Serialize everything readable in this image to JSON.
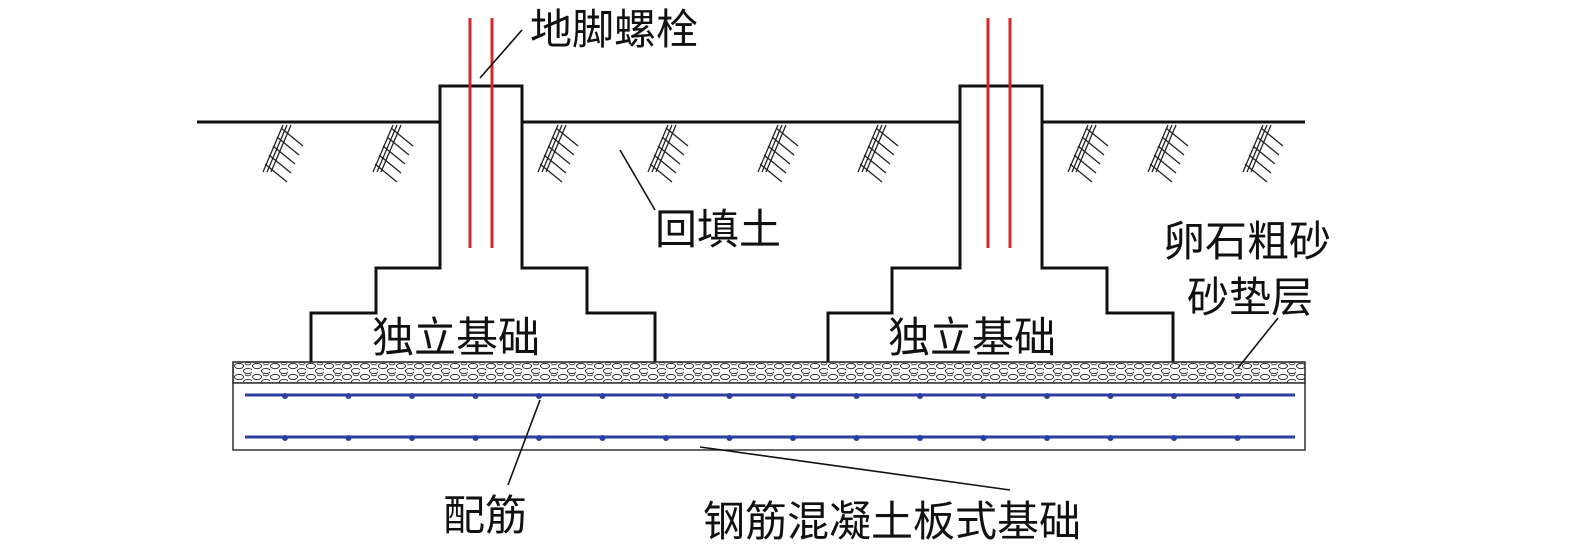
{
  "labels": {
    "anchor_bolt": "地脚螺栓",
    "backfill": "回填土",
    "gravel_line1": "卵石粗砂",
    "gravel_line2": "砂垫层",
    "footing_left": "独立基础",
    "footing_right": "独立基础",
    "rebar": "配筋",
    "raft": "钢筋混凝土板式基础"
  },
  "colors": {
    "outline": "#111111",
    "anchor_bolt": "#d42a2a",
    "rebar": "#2a3f9e"
  }
}
